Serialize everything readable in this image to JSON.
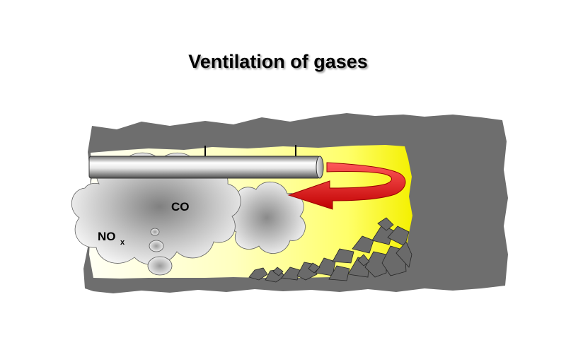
{
  "title": "Ventilation of gases",
  "labels": {
    "co": "CO",
    "nox_main": "NO",
    "nox_sub": "x"
  },
  "colors": {
    "rock": "#6e6e6e",
    "tunnel_air": "#ffff66",
    "arrow": "#dd1111",
    "duct": "#cfcfcf"
  }
}
